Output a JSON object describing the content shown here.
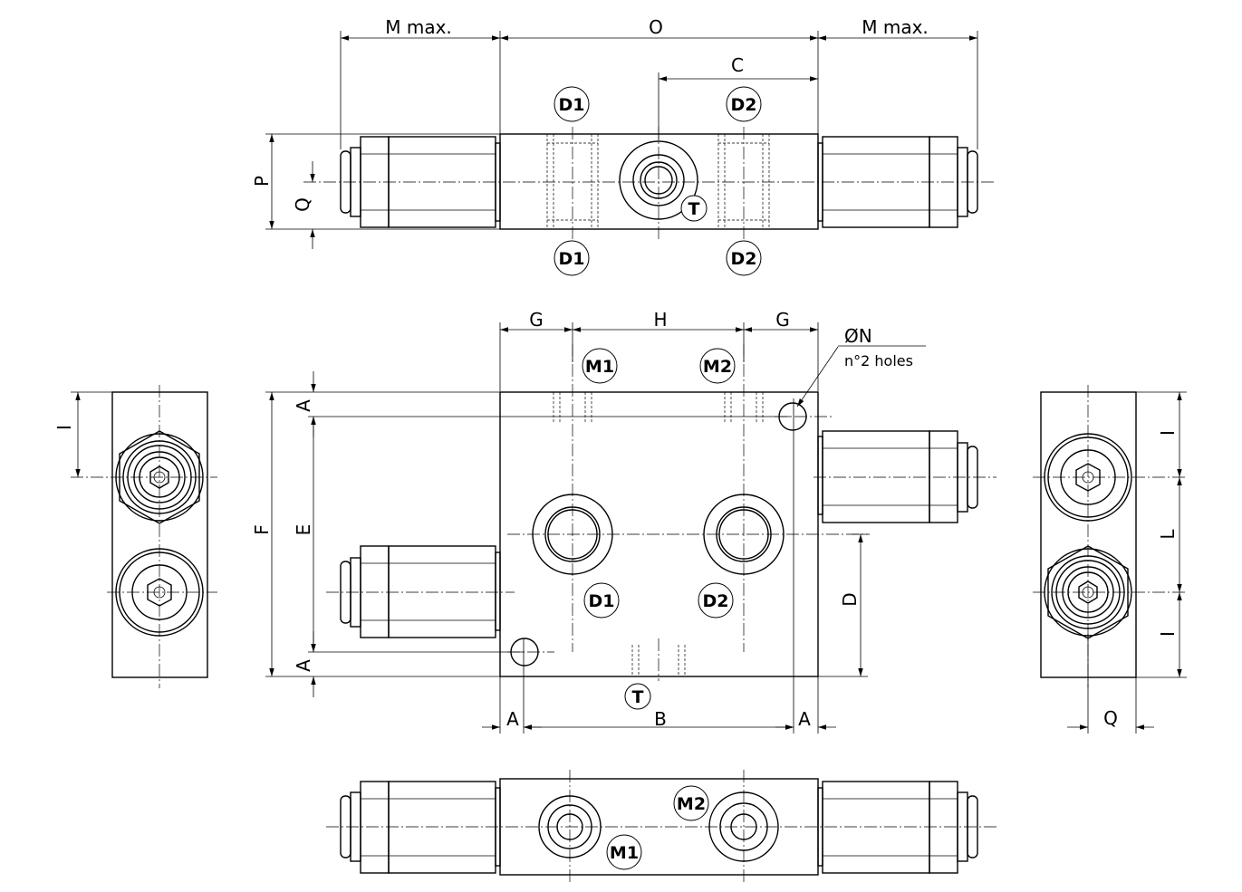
{
  "dims": {
    "m_max": "M max.",
    "o": "O",
    "c": "C",
    "p": "P",
    "q": "Q",
    "g": "G",
    "h": "H",
    "n_diam": "ØN",
    "n_holes": "n°2 holes",
    "a": "A",
    "b": "B",
    "d": "D",
    "e": "E",
    "f": "F",
    "i": "I",
    "l": "L"
  },
  "ports": {
    "d1": "D1",
    "d2": "D2",
    "m1": "M1",
    "m2": "M2",
    "t": "T"
  }
}
